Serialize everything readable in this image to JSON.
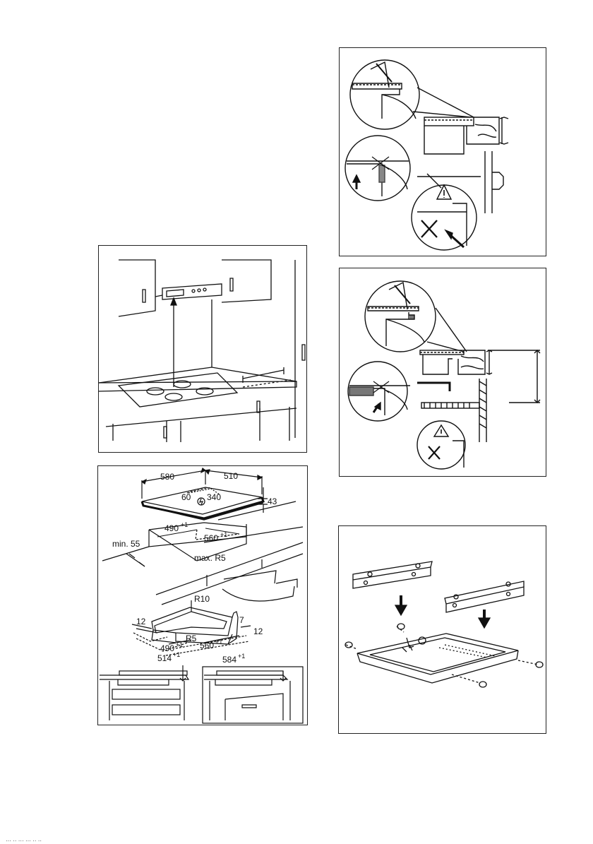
{
  "dimensions": {
    "width_580": "580",
    "depth_510": "510",
    "d60": "60",
    "d340": "340",
    "height_43": "43",
    "cut_490": "490",
    "cut_560": "560",
    "tol": "+1",
    "min55": "min. 55",
    "maxr5": "max. R5",
    "r10": "R10",
    "d12a": "12",
    "d7": "7",
    "d12b": "12",
    "r5": "R5",
    "frame_490": "490",
    "frame_560": "560",
    "frame_514": "514",
    "frame_584": "584"
  },
  "footer": {
    "text": "··· ·· ··· ··· ·· ··"
  }
}
